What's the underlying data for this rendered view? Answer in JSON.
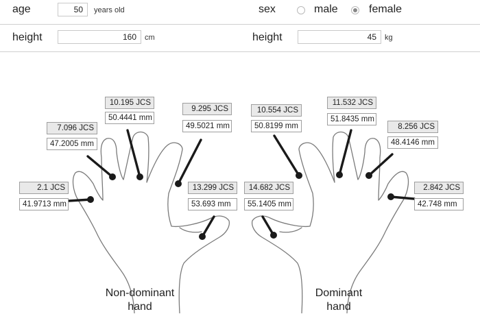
{
  "form": {
    "age_label": "age",
    "age_value": "50",
    "age_unit": "years old",
    "sex_label": "sex",
    "sex_options": [
      "male",
      "female"
    ],
    "sex_selected": "female",
    "height_label": "height",
    "height_value": "160",
    "height_unit": "cm",
    "weight_label": "height",
    "weight_value": "45",
    "weight_unit": "kg"
  },
  "hands": {
    "non_dominant": {
      "caption_line1": "Non-dominant",
      "caption_line2": "hand",
      "thumb": {
        "jcs": "13.299 JCS",
        "mm": "53.693 mm"
      },
      "index": {
        "jcs": "9.295 JCS",
        "mm": "49.5021 mm"
      },
      "middle": {
        "jcs": "10.195 JCS",
        "mm": "50.4441 mm"
      },
      "ring": {
        "jcs": "7.096 JCS",
        "mm": "47.2005 mm"
      },
      "little": {
        "jcs": "2.1 JCS",
        "mm": "41.9713 mm"
      }
    },
    "dominant": {
      "caption_line1": "Dominant",
      "caption_line2": "hand",
      "thumb": {
        "jcs": "14.682 JCS",
        "mm": "55.1405 mm"
      },
      "index": {
        "jcs": "10.554 JCS",
        "mm": "50.8199 mm"
      },
      "middle": {
        "jcs": "11.532 JCS",
        "mm": "51.8435 mm"
      },
      "ring": {
        "jcs": "8.256 JCS",
        "mm": "48.4146 mm"
      },
      "little": {
        "jcs": "2.842 JCS",
        "mm": "42.748 mm"
      }
    }
  }
}
